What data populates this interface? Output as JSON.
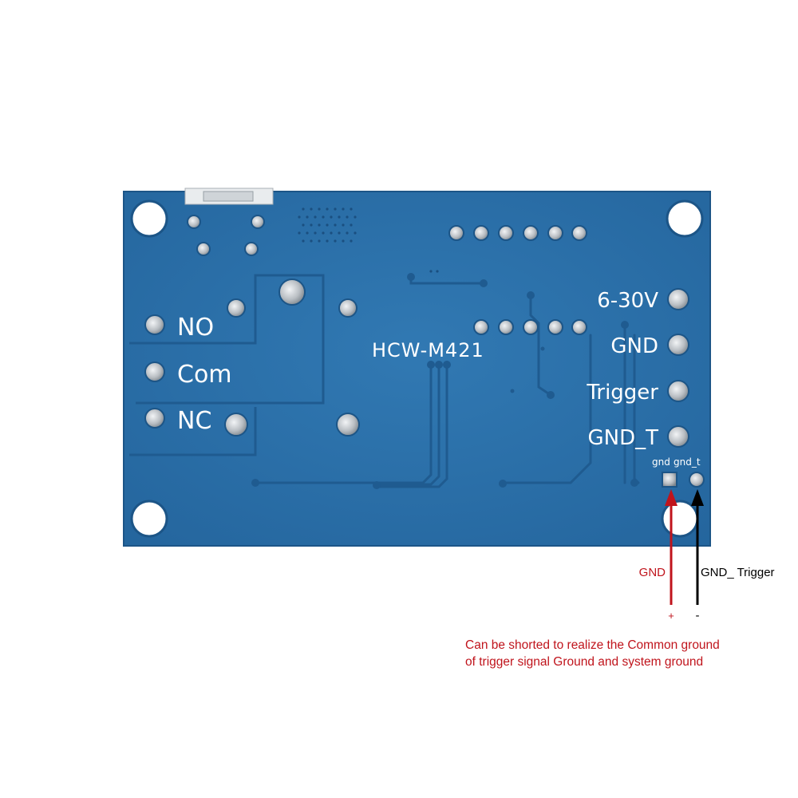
{
  "board": {
    "model": "HCW-M421",
    "relay_labels": {
      "no": "NO",
      "com": "Com",
      "nc": "NC"
    },
    "terminal_labels": {
      "power": "6-30V",
      "gnd": "GND",
      "trigger": "Trigger",
      "gnd_t": "GND_T"
    },
    "jumper_labels": {
      "gnd": "gnd",
      "gnd_t": "gnd_t"
    },
    "colors": {
      "pcb": "#2d73ad",
      "pcb_dark": "#1f5b90",
      "pad": "#c8ccd0",
      "silkscreen": "#ffffff"
    }
  },
  "annotation": {
    "gnd_wire_label": "GND",
    "gnd_trigger_wire_label": "GND_ Trigger",
    "plus_sign": "+",
    "minus_sign": "-",
    "note_line1": "Can be shorted to realize the Common ground",
    "note_line2": "of trigger signal Ground and system ground",
    "colors": {
      "red": "#c0141c",
      "black": "#000000"
    }
  }
}
